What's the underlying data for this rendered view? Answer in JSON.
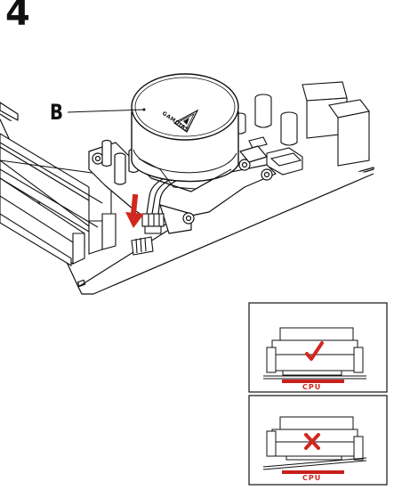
{
  "step_number": "4",
  "callout_label": "B",
  "logo_text": "GAMDIAS",
  "cpu_label_correct": "CPU",
  "cpu_label_incorrect": "CPU",
  "colors": {
    "line": "#111111",
    "arrow": "#d0281f",
    "cpu_bar": "#c8201b",
    "check": "#d0281f",
    "cross": "#d0281f"
  },
  "icons": {
    "correct": "check-mark-icon",
    "incorrect": "cross-mark-icon",
    "direction": "down-arrow-icon"
  }
}
